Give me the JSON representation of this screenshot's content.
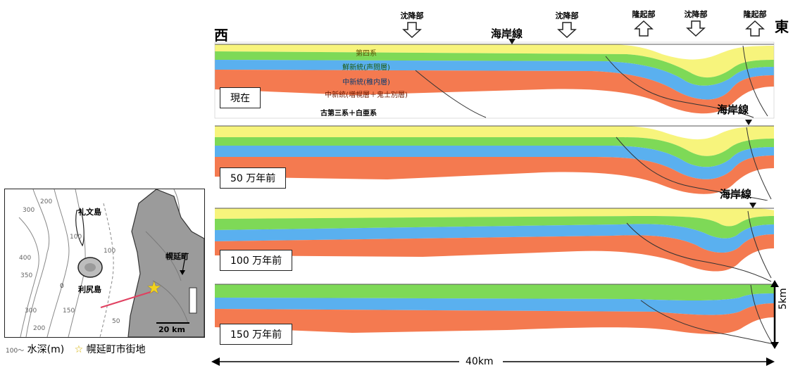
{
  "directions": {
    "west": "西",
    "east": "東"
  },
  "zones": [
    {
      "label": "沈降部",
      "kind": "down"
    },
    {
      "label": "沈降部",
      "kind": "down"
    },
    {
      "label": "隆起部",
      "kind": "up"
    },
    {
      "label": "沈降部",
      "kind": "down"
    },
    {
      "label": "隆起部",
      "kind": "up"
    }
  ],
  "coastline_label": "海岸線",
  "layers": {
    "quaternary": "第四系",
    "pliocene": "鮮新統(声問層)",
    "miocene_middle": "中新統(稚内層)",
    "miocene_lower": "中新統(増幌層＋鬼士別層)",
    "basement": "古第三系＋白亜系"
  },
  "layer_colors": {
    "quaternary": "#f7f47c",
    "pliocene": "#7ed957",
    "miocene_middle": "#5ab0ef",
    "miocene_lower": "#f47a50",
    "basement": "#ffffff"
  },
  "panels": [
    {
      "time": "現在"
    },
    {
      "time": "50 万年前"
    },
    {
      "time": "100 万年前"
    },
    {
      "time": "150 万年前"
    }
  ],
  "scale": {
    "horizontal": "40km",
    "vertical": "5km"
  },
  "map": {
    "rebun": "礼文島",
    "rishiri": "利尻島",
    "horonobe": "幌延町",
    "scale_bar": "20 km",
    "contours": [
      "300",
      "200",
      "100",
      "400",
      "350",
      "100",
      "150",
      "300",
      "200",
      "50",
      "0"
    ]
  },
  "legend": {
    "depth_prefix": "100～",
    "depth": "水深(m)",
    "star_symbol": "☆",
    "star": "幌延町市街地"
  }
}
